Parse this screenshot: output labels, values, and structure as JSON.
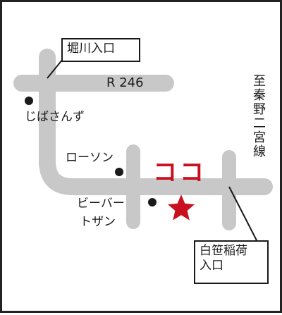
{
  "colors": {
    "road": "#c8c8c8",
    "text": "#1a1a1a",
    "accent": "#c8101e"
  },
  "roads": {
    "route": "R 246",
    "rail_line": "至秦野二宮線"
  },
  "entrances": {
    "horikawa": "堀川入口",
    "shirasasa_line1": "白笹稲荷",
    "shirasasa_line2": "入口"
  },
  "landmarks": {
    "jibasanzu": "じばさんず",
    "lawson": "ローソン",
    "bivar_line1": "ビーバー",
    "bivar_line2": "トザン"
  },
  "destination": {
    "label": "ココ",
    "icon": "star-icon"
  }
}
